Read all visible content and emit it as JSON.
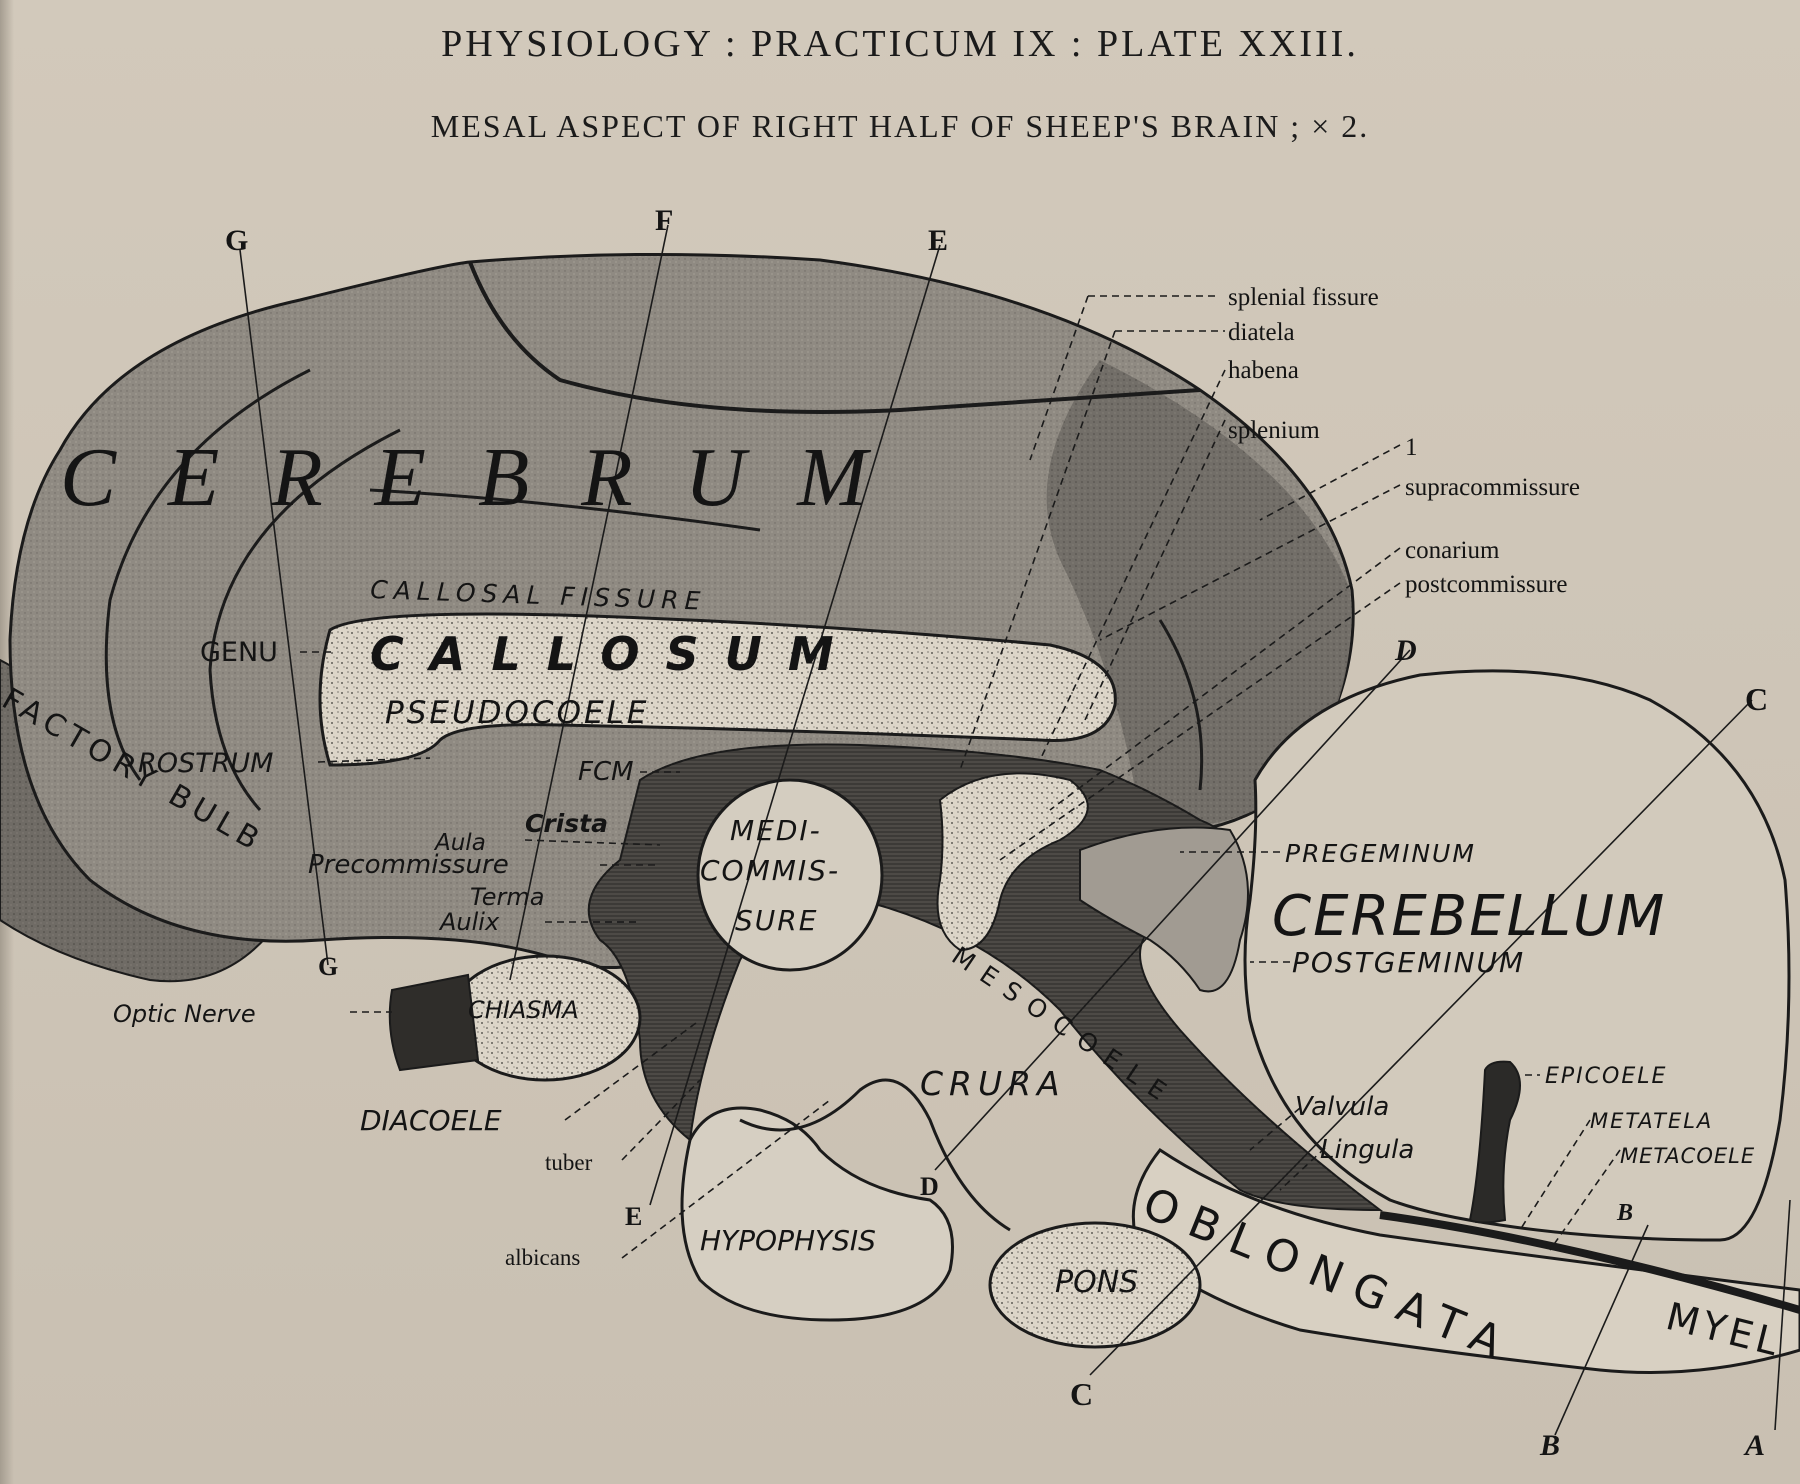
{
  "header": {
    "title": "PHYSIOLOGY : PRACTICUM IX : PLATE XXIII.",
    "subtitle": "MESAL ASPECT OF RIGHT HALF OF SHEEP'S BRAIN ; × 2."
  },
  "colors": {
    "paper": "#cfc6b8",
    "cortex_gray": "#8f8a82",
    "white_matter": "#d8d1c4",
    "ventricle_dark": "#3a3835",
    "ink": "#141414"
  },
  "region_labels": {
    "cerebrum": "CEREBRUM",
    "callosum": "CALLOSUM",
    "cerebellum": "CEREBELLUM",
    "oblongata": "OBLONGATA",
    "myel": "MYEL",
    "olfactory_bulb": "FACTORY BULB",
    "chiasma": "CHIASMA",
    "pons": "PONS",
    "hypophysis": "HYPOPHYSIS",
    "crura": "CRURA",
    "mesocoele": "MESOCOELE",
    "medicommissure_1": "MEDI-",
    "medicommissure_2": "COMMIS-",
    "medicommissure_3": "SURE",
    "pseudocoele": "PSEUDOCOELE",
    "callosal_fissure": "CALLOSAL FISSURE",
    "genu": "GENU",
    "rostrum": "ROSTRUM",
    "fcm": "FCM",
    "crista": "Crista",
    "aula": "Aula",
    "precommissure": "Precommissure",
    "terma": "Terma",
    "aulix": "Aulix",
    "optic_nerve": "Optic Nerve",
    "diacoele": "DIACOELE",
    "tuber": "tuber",
    "albicans": "albicans",
    "pregeminum": "PREGEMINUM",
    "postgeminum": "POSTGEMINUM",
    "epicoele": "EPICOELE",
    "metatela": "METATELA",
    "metacoele": "METACOELE",
    "valvula": "Valvula",
    "lingula": "Lingula"
  },
  "right_labels": {
    "splenial_fissure": "splenial fissure",
    "diatela": "diatela",
    "habena": "habena",
    "splenium": "splenium",
    "one": "1",
    "supracommissure": "supracommissure",
    "conarium": "conarium",
    "postcommissure": "postcommissure"
  },
  "section_letters": {
    "g_top": "G",
    "f_top": "F",
    "e_top": "E",
    "g_bottom": "G",
    "d_right": "D",
    "c_right": "C",
    "e_bottom": "E",
    "d_bottom": "D",
    "c_bottom": "C",
    "b_right": "B",
    "b_bottom": "B",
    "a_bottom": "A"
  }
}
